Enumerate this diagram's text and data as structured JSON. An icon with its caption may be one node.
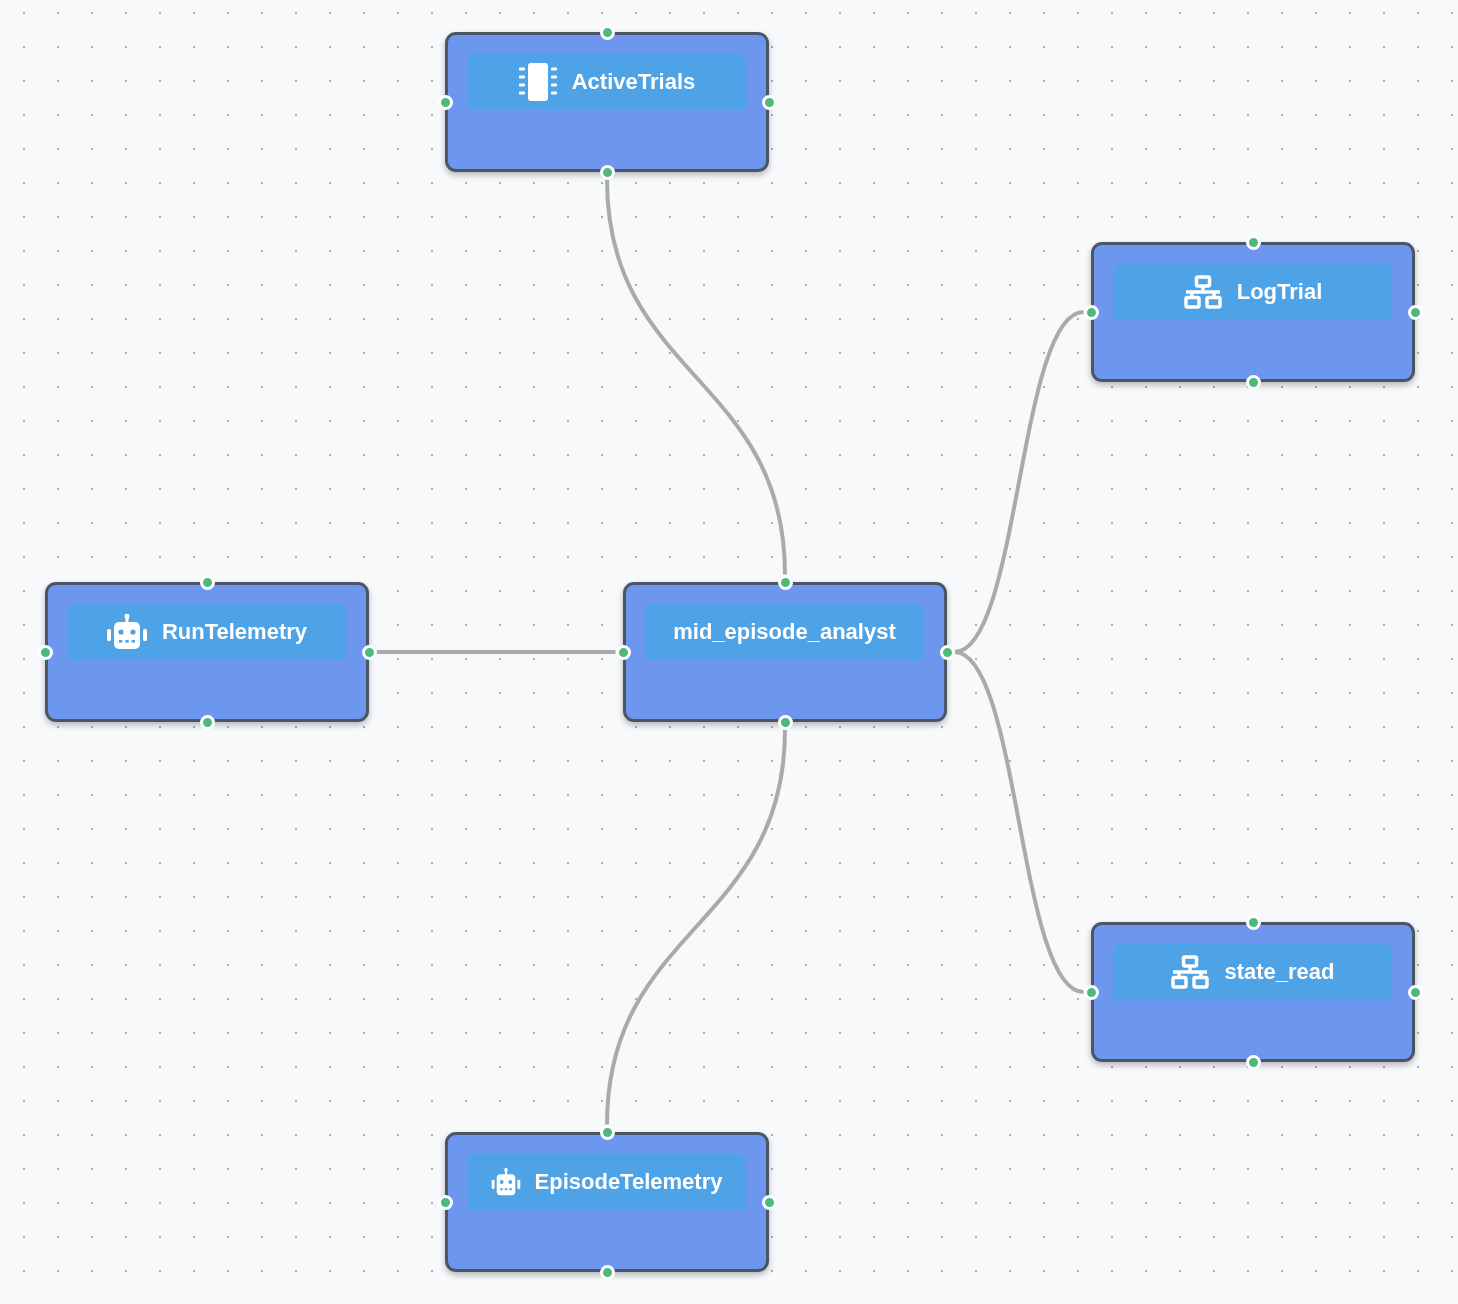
{
  "diagram": {
    "nodes": [
      {
        "text": [
          "ActiveTrials"
        ]
      },
      {
        "text": [
          "LogTrial"
        ]
      },
      {
        "text": [
          "RunTelemetry"
        ]
      },
      {
        "text": [
          "mid_episode_analyst"
        ]
      },
      {
        "text": [
          "state_read"
        ]
      },
      {
        "text": [
          "EpisodeTelemetry"
        ]
      }
    ],
    "edges": [
      {
        "from": 0,
        "to": 3,
        "arrow": "none"
      },
      {
        "from": 2,
        "to": 3,
        "arrow": "none"
      },
      {
        "from": 3,
        "to": 1,
        "arrow": "none"
      },
      {
        "from": 3,
        "to": 4,
        "arrow": "none"
      },
      {
        "from": 5,
        "to": 3,
        "arrow": "none"
      }
    ]
  }
}
